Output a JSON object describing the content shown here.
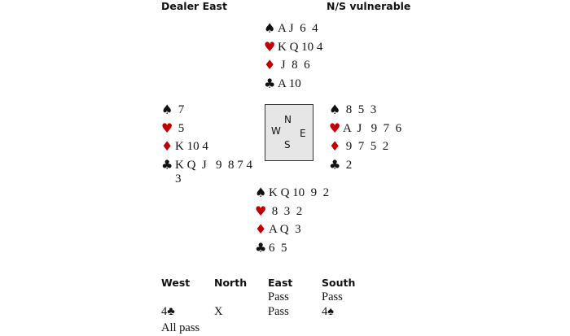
{
  "header": {
    "dealer": "Dealer East",
    "vulnerability": "N/S vulnerable"
  },
  "suits": {
    "spades": "♠",
    "hearts": "♥",
    "diamonds": "♦",
    "clubs": "♣"
  },
  "colors": {
    "red": "#c00000",
    "black": "#111111"
  },
  "hands": {
    "north": {
      "spades": "A J  6  4",
      "hearts": "K Q 10 4",
      "diamonds": " J  8  6",
      "clubs": "A 10"
    },
    "west": {
      "spades": " 7",
      "hearts": " 5",
      "diamonds": "K 10 4",
      "clubs": "K Q  J   9  8 7 4",
      "clubs_cont": "3"
    },
    "east": {
      "spades": " 8  5  3",
      "hearts": "A  J   9  7  6",
      "diamonds": " 9  7  5  2",
      "clubs": " 2"
    },
    "south": {
      "spades": "K Q 10  9  2",
      "hearts": " 8  3  2",
      "diamonds": "A Q  3",
      "clubs": "6  5"
    }
  },
  "compass": {
    "n": "N",
    "w": "W",
    "e": "E",
    "s": "S"
  },
  "auction": {
    "headers": [
      "West",
      "North",
      "East",
      "South"
    ],
    "rows": [
      [
        "",
        "",
        "Pass",
        "Pass"
      ],
      [
        "4♣",
        "X",
        "Pass",
        "4♠"
      ],
      [
        "All pass",
        "",
        "",
        ""
      ]
    ]
  }
}
